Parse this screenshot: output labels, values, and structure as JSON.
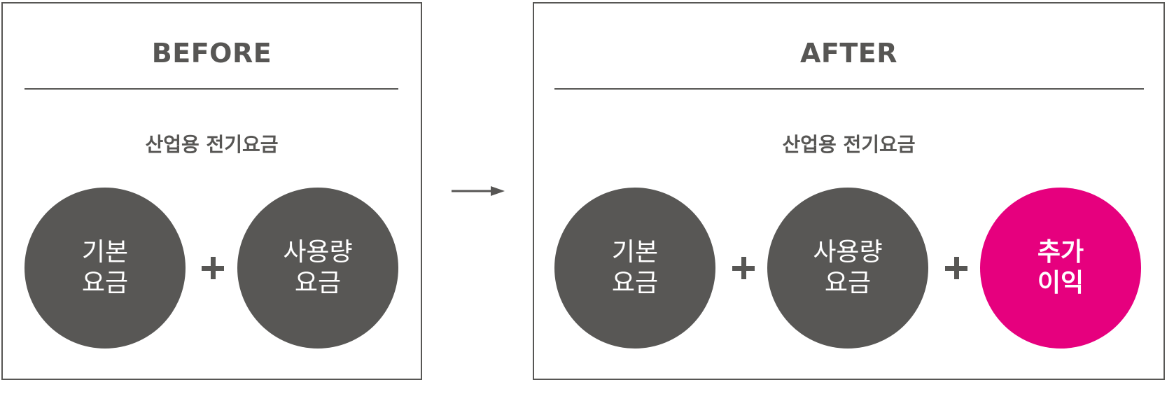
{
  "before": {
    "title": "BEFORE",
    "subtitle": "산업용 전기요금",
    "items": [
      {
        "line1": "기본",
        "line2": "요금"
      },
      {
        "line1": "사용량",
        "line2": "요금"
      }
    ]
  },
  "after": {
    "title": "AFTER",
    "subtitle": "산업용 전기요금",
    "items": [
      {
        "line1": "기본",
        "line2": "요금"
      },
      {
        "line1": "사용량",
        "line2": "요금"
      },
      {
        "line1": "추가",
        "line2": "이익"
      }
    ]
  },
  "colors": {
    "dark": "#575654",
    "accent": "#e6007e",
    "circle_text": "#ffffff"
  },
  "icons": {
    "plus": "plus-icon",
    "arrow": "arrow-right-icon"
  }
}
